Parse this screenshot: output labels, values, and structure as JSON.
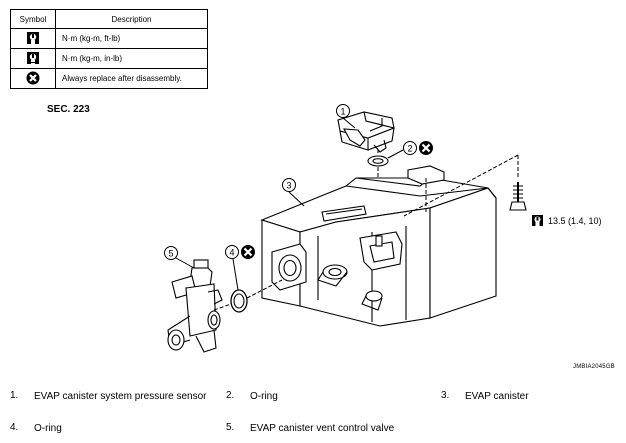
{
  "legend": {
    "header_symbol": "Symbol",
    "header_description": "Description",
    "rows": [
      {
        "icon": "torque-wrench-icon",
        "text": "N·m (kg-m, ft-lb)"
      },
      {
        "icon": "torque-wrench-small-icon",
        "text": "N·m (kg-m, in-lb)"
      },
      {
        "icon": "replace-x-icon",
        "text": "Always replace after disassembly."
      }
    ]
  },
  "section_label": "SEC. 223",
  "torque_value": "13.5 (1.4, 10)",
  "drawing_code": "JMBIA2045GB",
  "callouts": [
    "1",
    "2",
    "3",
    "4",
    "5"
  ],
  "parts_list": [
    {
      "num": "1.",
      "label": "EVAP canister system pressure sensor"
    },
    {
      "num": "2.",
      "label": "O-ring"
    },
    {
      "num": "3.",
      "label": "EVAP canister"
    },
    {
      "num": "4.",
      "label": "O-ring"
    },
    {
      "num": "5.",
      "label": "EVAP canister vent control valve"
    }
  ]
}
